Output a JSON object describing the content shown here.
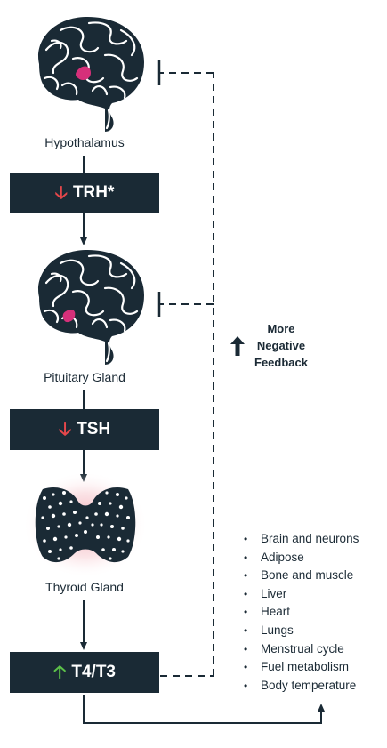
{
  "hypothalamus": {
    "label": "Hypothalamus",
    "icon": "brain-icon"
  },
  "trh_box": {
    "label": "TRH*",
    "direction": "down",
    "arrow_color": "#e5474b"
  },
  "pituitary": {
    "label": "Pituitary Gland",
    "icon": "brain-icon"
  },
  "tsh_box": {
    "label": "TSH",
    "direction": "down",
    "arrow_color": "#e5474b"
  },
  "thyroid": {
    "label": "Thyroid Gland",
    "icon": "thyroid-icon"
  },
  "t4t3_box": {
    "label": "T4/T3",
    "direction": "up",
    "arrow_color": "#5cc149"
  },
  "feedback": {
    "lines": [
      "More",
      "Negative",
      "Feedback"
    ],
    "direction": "up"
  },
  "targets": [
    "Brain and neurons",
    "Adipose",
    "Bone and muscle",
    "Liver",
    "Heart",
    "Lungs",
    "Menstrual cycle",
    "Fuel metabolism",
    "Body temperature"
  ],
  "colors": {
    "box": "#1a2a35",
    "gland_highlight": "#d6307a",
    "down": "#e5474b",
    "up": "#5cc149",
    "glow": "#f7c9cf"
  }
}
